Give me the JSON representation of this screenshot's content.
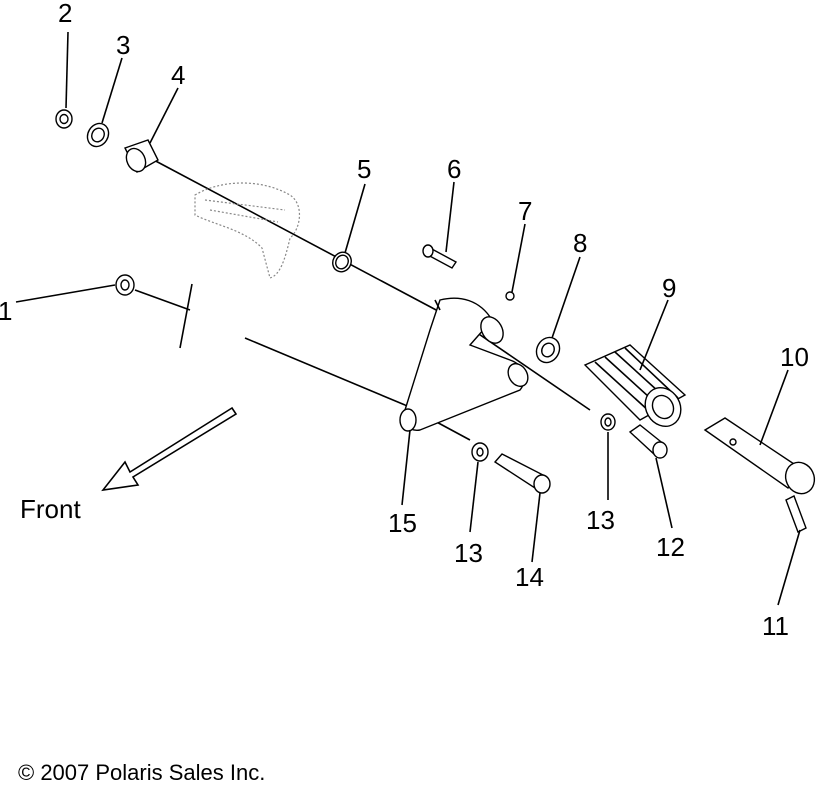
{
  "diagram": {
    "callouts": [
      {
        "id": "1",
        "label": "1"
      },
      {
        "id": "2",
        "label": "2"
      },
      {
        "id": "3",
        "label": "3"
      },
      {
        "id": "4",
        "label": "4"
      },
      {
        "id": "5",
        "label": "5"
      },
      {
        "id": "6",
        "label": "6"
      },
      {
        "id": "7",
        "label": "7"
      },
      {
        "id": "8",
        "label": "8"
      },
      {
        "id": "9",
        "label": "9"
      },
      {
        "id": "10",
        "label": "10"
      },
      {
        "id": "11",
        "label": "11"
      },
      {
        "id": "12",
        "label": "12"
      },
      {
        "id": "13a",
        "label": "13"
      },
      {
        "id": "13b",
        "label": "13"
      },
      {
        "id": "14",
        "label": "14"
      },
      {
        "id": "15",
        "label": "15"
      }
    ],
    "direction_label": "Front",
    "copyright": "© 2007 Polaris Sales Inc."
  }
}
